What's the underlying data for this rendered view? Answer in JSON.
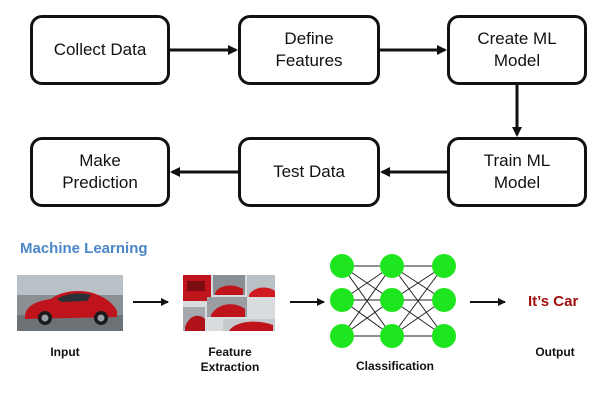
{
  "flowchart": {
    "steps": {
      "collect": "Collect Data",
      "define": "Define\nFeatures",
      "create": "Create ML\nModel",
      "train": "Train ML\nModel",
      "test": "Test Data",
      "predict": "Make\nPrediction"
    }
  },
  "ml_section": {
    "title": "Machine Learning",
    "input_label": "Input",
    "feature_label": "Feature\nExtraction",
    "classification_label": "Classification",
    "output_label": "Output",
    "output_value": "It’s Car"
  },
  "colors": {
    "title_blue": "#4a86c8",
    "node_green": "#1ee61e",
    "output_red": "#a01010",
    "car_red": "#c0141c"
  }
}
